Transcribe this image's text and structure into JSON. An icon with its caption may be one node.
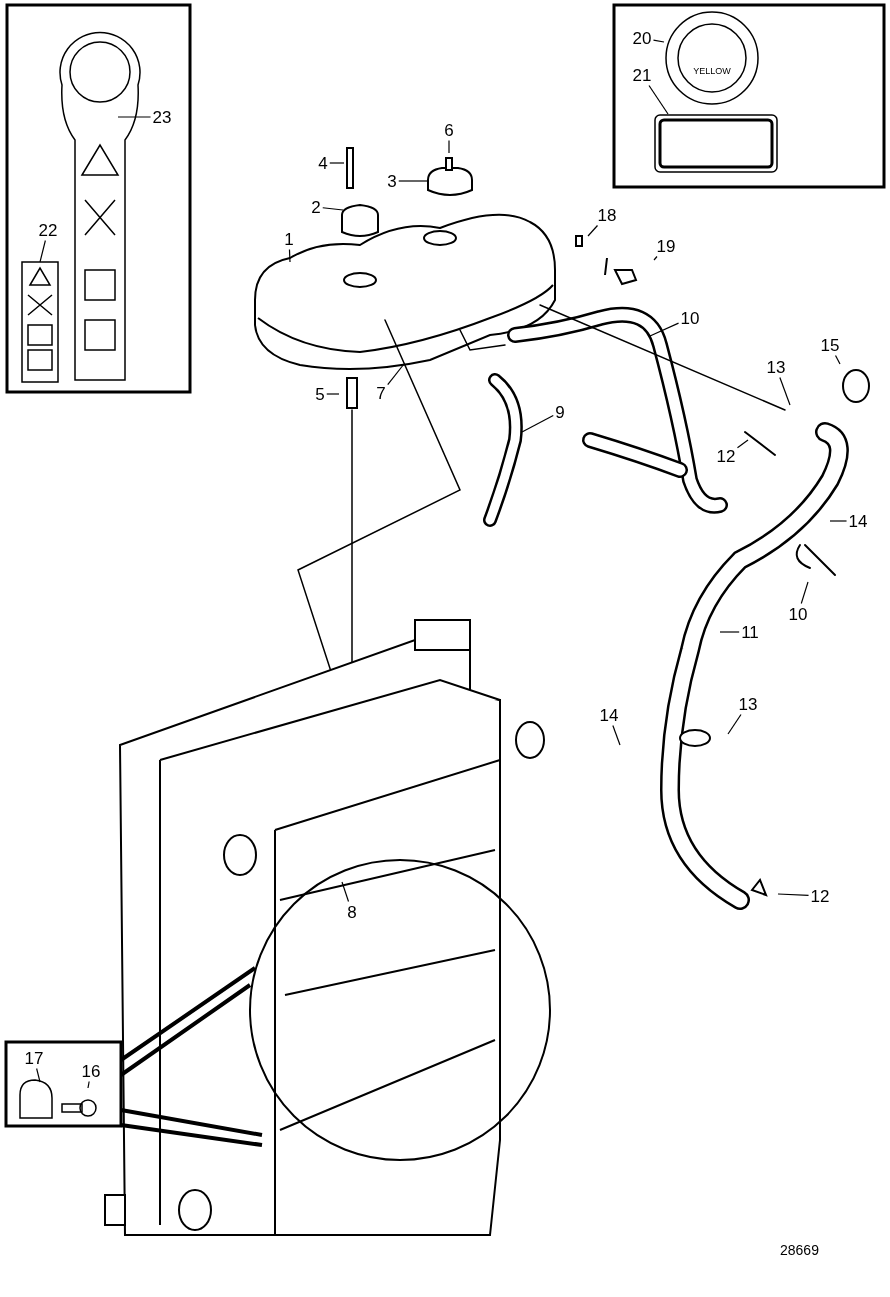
{
  "diagram": {
    "nodes": [
      {
        "text": [
          "23"
        ]
      },
      {
        "text": [
          "22"
        ]
      },
      {
        "text": [
          "20"
        ]
      },
      {
        "text": [
          "21"
        ]
      },
      {
        "text": [
          "6"
        ]
      },
      {
        "text": [
          "4"
        ]
      },
      {
        "text": [
          "3"
        ]
      },
      {
        "text": [
          "18"
        ]
      },
      {
        "text": [
          "2"
        ]
      },
      {
        "text": [
          "1"
        ]
      },
      {
        "text": [
          "19"
        ]
      },
      {
        "text": [
          "10"
        ]
      },
      {
        "text": [
          "5"
        ]
      },
      {
        "text": [
          "7"
        ]
      },
      {
        "text": [
          "13"
        ]
      },
      {
        "text": [
          "15"
        ]
      },
      {
        "text": [
          "9"
        ]
      },
      {
        "text": [
          "12"
        ]
      },
      {
        "text": [
          "14"
        ]
      },
      {
        "text": [
          "10"
        ]
      },
      {
        "text": [
          "11"
        ]
      },
      {
        "text": [
          "14"
        ]
      },
      {
        "text": [
          "13"
        ]
      },
      {
        "text": [
          "8"
        ]
      },
      {
        "text": [
          "12"
        ]
      },
      {
        "text": [
          "17"
        ]
      },
      {
        "text": [
          "16"
        ]
      }
    ],
    "edges": [
      {
        "from": 0,
        "to": null,
        "arrow": "none"
      },
      {
        "from": 1,
        "to": null,
        "arrow": "none"
      },
      {
        "from": 2,
        "to": null,
        "arrow": "none"
      },
      {
        "from": 3,
        "to": null,
        "arrow": "none"
      },
      {
        "from": 4,
        "to": null,
        "arrow": "none"
      },
      {
        "from": 5,
        "to": null,
        "arrow": "none"
      },
      {
        "from": 6,
        "to": null,
        "arrow": "none"
      },
      {
        "from": 7,
        "to": null,
        "arrow": "none"
      },
      {
        "from": 8,
        "to": null,
        "arrow": "none"
      },
      {
        "from": 9,
        "to": null,
        "arrow": "none"
      },
      {
        "from": 10,
        "to": null,
        "arrow": "none"
      },
      {
        "from": 11,
        "to": null,
        "arrow": "none"
      },
      {
        "from": 12,
        "to": null,
        "arrow": "none"
      },
      {
        "from": 13,
        "to": null,
        "arrow": "none"
      },
      {
        "from": 14,
        "to": null,
        "arrow": "none"
      },
      {
        "from": 15,
        "to": null,
        "arrow": "none"
      },
      {
        "from": 16,
        "to": null,
        "arrow": "none"
      },
      {
        "from": 17,
        "to": null,
        "arrow": "none"
      },
      {
        "from": 18,
        "to": null,
        "arrow": "none"
      },
      {
        "from": 19,
        "to": null,
        "arrow": "none"
      },
      {
        "from": 20,
        "to": null,
        "arrow": "none"
      },
      {
        "from": 21,
        "to": null,
        "arrow": "none"
      },
      {
        "from": 22,
        "to": null,
        "arrow": "none"
      },
      {
        "from": 23,
        "to": null,
        "arrow": "none"
      },
      {
        "from": 24,
        "to": null,
        "arrow": "none"
      },
      {
        "from": 25,
        "to": null,
        "arrow": "none"
      },
      {
        "from": 26,
        "to": null,
        "arrow": "none"
      }
    ],
    "labels": [
      "YELLOW",
      "28669"
    ]
  }
}
